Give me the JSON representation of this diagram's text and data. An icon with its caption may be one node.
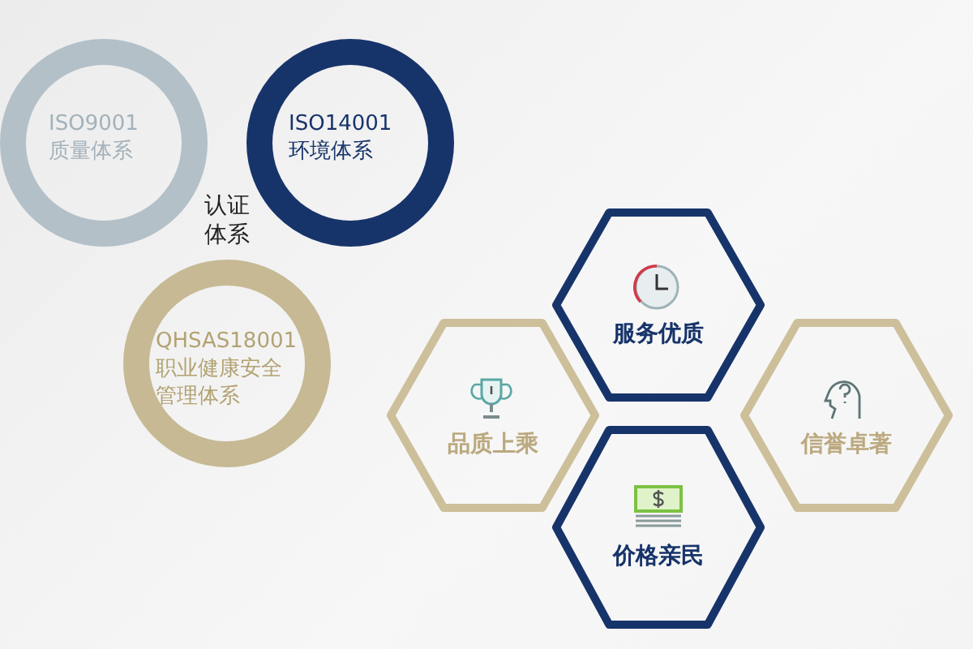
{
  "diagram": {
    "nodes": [
      {
        "text": [
          "ISO9001 质量体系"
        ]
      },
      {
        "text": [
          "ISO14001 环境体系"
        ]
      },
      {
        "text": [
          "QHSAS18001 职业健康安全管理体系"
        ]
      },
      {
        "text": [
          "服务优质"
        ]
      },
      {
        "text": [
          "品质上乘"
        ]
      },
      {
        "text": [
          "信誉卓著"
        ]
      },
      {
        "text": [
          "价格亲民"
        ]
      }
    ],
    "edges": [],
    "labels": [
      "认证体系"
    ]
  }
}
